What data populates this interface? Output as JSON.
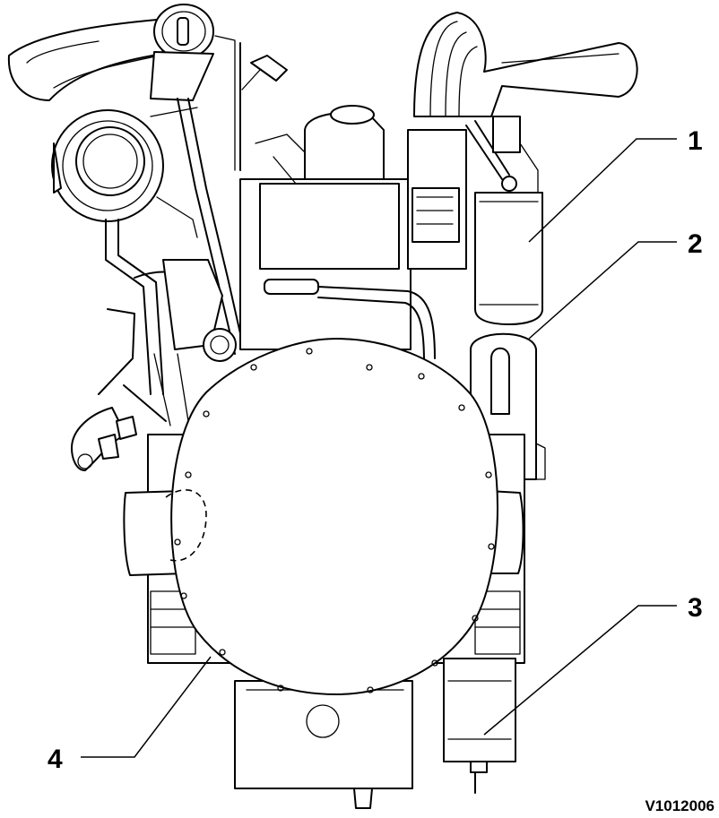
{
  "figure_id": "V1012006",
  "callouts": [
    {
      "label": "1",
      "part": "oil-filter"
    },
    {
      "label": "2",
      "part": "bypass-filter"
    },
    {
      "label": "3",
      "part": "fuel-water-separator"
    },
    {
      "label": "4",
      "part": "flywheel-housing"
    }
  ]
}
